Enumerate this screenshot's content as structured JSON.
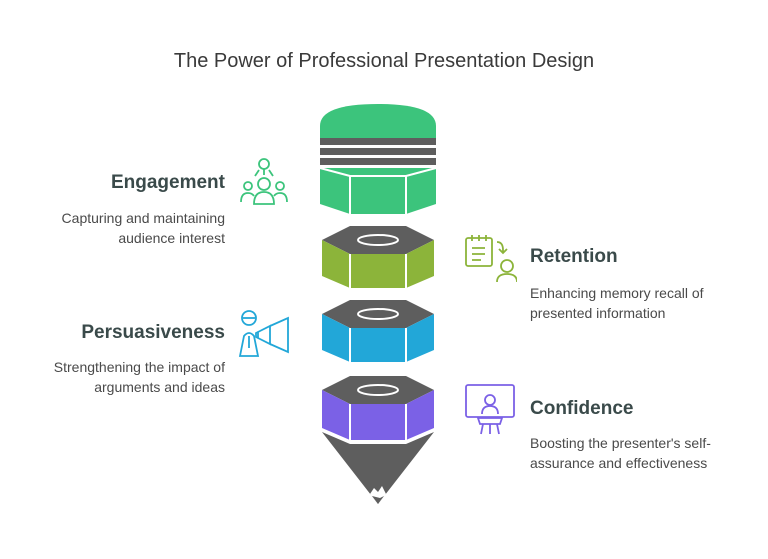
{
  "title": "The Power of Professional Presentation Design",
  "items": [
    {
      "heading": "Engagement",
      "desc1": "Capturing and maintaining",
      "desc2": "audience interest",
      "icon": "audience-icon",
      "color": "#3cc47c"
    },
    {
      "heading": "Retention",
      "desc1": "Enhancing memory recall of",
      "desc2": "presented information",
      "icon": "memory-note-icon",
      "color": "#8cb43a"
    },
    {
      "heading": "Persuasiveness",
      "desc1": "Strengthening the impact of",
      "desc2": "arguments and ideas",
      "icon": "megaphone-speaker-icon",
      "color": "#22a7d8"
    },
    {
      "heading": "Confidence",
      "desc1": "Boosting the presenter's self-",
      "desc2": "assurance and effectiveness",
      "icon": "presenter-podium-icon",
      "color": "#7b61e6"
    }
  ],
  "colors": {
    "green": "#3cc47c",
    "olive": "#8cb43a",
    "cyan": "#22a7d8",
    "purple": "#7b61e6",
    "dark": "#5e5e5e",
    "heading_text": "#3a4a4a"
  }
}
